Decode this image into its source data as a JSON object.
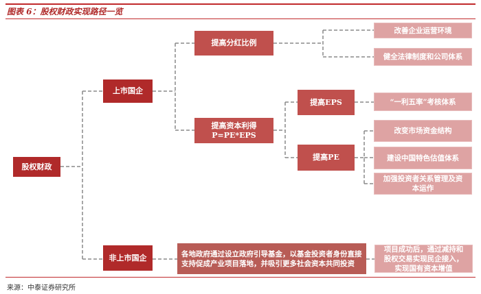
{
  "title": "图表 6：股权财政实现路径一览",
  "source": "来源：中泰证券研究所",
  "root": "股权财政",
  "listed": "上市国企",
  "unlisted": "非上市国企",
  "dividend": "提高分红比例",
  "capital_gain": "提高资本利得",
  "capital_gain_formula": "P=PE*EPS",
  "eps": "提高EPS",
  "pe": "提高PE",
  "right": [
    "改善企业运营环境",
    "健全法律制度和公司体系",
    "“一利五率”考核体系",
    "改变市场资金结构",
    "建设中国特色估值体系",
    "加强投资者关系管理及资本运作"
  ],
  "unlisted_desc": "各地政府通过设立政府引导基金，以基金投资者身份直接支持促成产业项目落地，并吸引更多社会资本共同投资",
  "unlisted_result": "项目成功后，通过减持和股权交易实现民企接入，实现国有资本增值",
  "colors": {
    "dark": "#b02a2a",
    "mid": "#c0504d",
    "light": "#dea3a3"
  }
}
